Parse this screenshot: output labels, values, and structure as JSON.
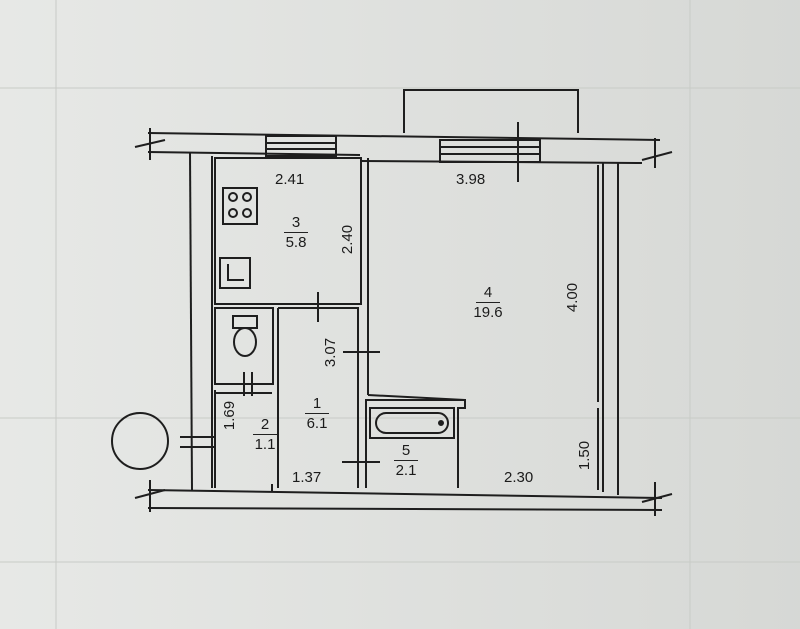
{
  "rooms": [
    {
      "number": "1",
      "area": "6.1"
    },
    {
      "number": "2",
      "area": "1.1"
    },
    {
      "number": "3",
      "area": "5.8"
    },
    {
      "number": "4",
      "area": "19.6"
    },
    {
      "number": "5",
      "area": "2.1"
    }
  ],
  "dimensions": {
    "kitchen_width": "2.41",
    "kitchen_depth": "2.40",
    "room4_width": "3.98",
    "room4_depth": "4.00",
    "hall_depth": "3.07",
    "hall_width": "1.37",
    "room2_depth": "1.69",
    "bottom_right_width": "2.30",
    "bottom_right_depth": "1.50"
  }
}
